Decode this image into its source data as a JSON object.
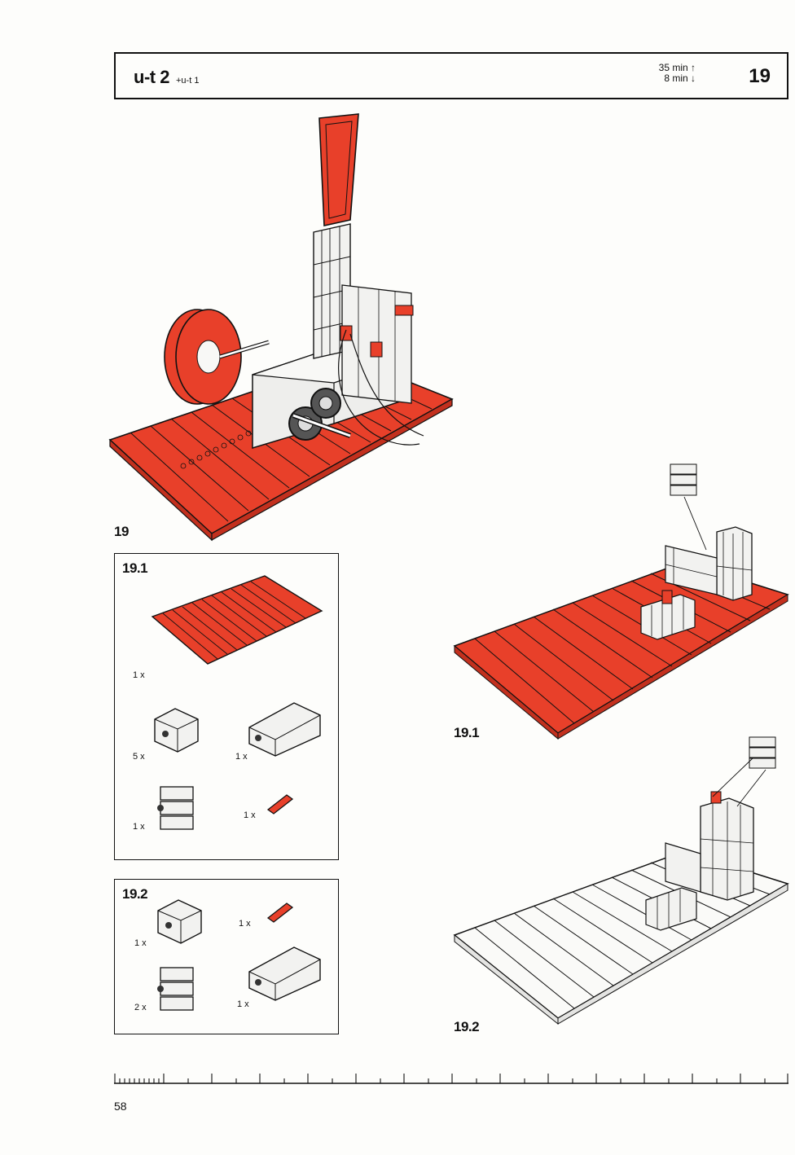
{
  "header": {
    "model": "u-t 2",
    "model_suffix": "+u-t 1",
    "time_up": "35 min ↑",
    "time_down": "8 min ↓",
    "step": "19"
  },
  "main_step_label": "19",
  "parts_19_1": {
    "label": "19.1",
    "items": [
      {
        "qty": "1 x",
        "part": "red-base-plate"
      },
      {
        "qty": "5 x",
        "part": "building-block-small"
      },
      {
        "qty": "1 x",
        "part": "building-block-long"
      },
      {
        "qty": "1 x",
        "part": "building-block-stack"
      },
      {
        "qty": "1 x",
        "part": "red-connector"
      }
    ]
  },
  "parts_19_2": {
    "label": "19.2",
    "items": [
      {
        "qty": "1 x",
        "part": "building-block-small"
      },
      {
        "qty": "1 x",
        "part": "red-connector"
      },
      {
        "qty": "2 x",
        "part": "building-block-stack"
      },
      {
        "qty": "1 x",
        "part": "building-block-long"
      }
    ]
  },
  "assembly_19_1_label": "19.1",
  "assembly_19_2_label": "19.2",
  "page_number": "58",
  "colors": {
    "red": "#e8402a",
    "outline": "#111111",
    "block": "#f2f2f0"
  }
}
